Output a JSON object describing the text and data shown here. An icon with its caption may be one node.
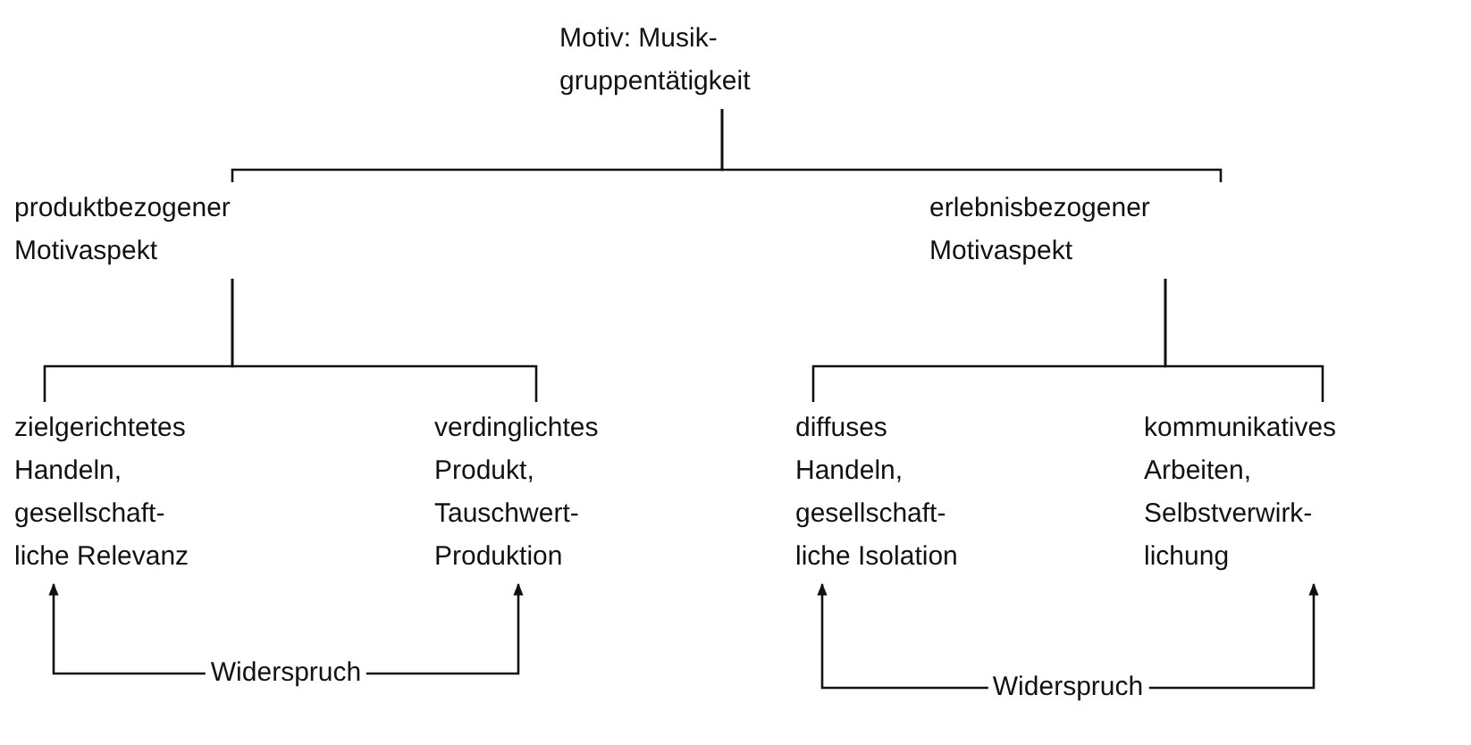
{
  "diagram": {
    "nodes": [
      {
        "text": [
          "Motiv: Musik- gruppentätigkeit"
        ]
      },
      {
        "text": [
          "produktbezogener Motivaspekt"
        ]
      },
      {
        "text": [
          "erlebnisbezogener Motivaspekt"
        ]
      },
      {
        "text": [
          "zielgerichtetes Handeln, gesellschaft- liche Relevanz"
        ]
      },
      {
        "text": [
          "verdinglichtes Produkt, Tauschwert- Produktion"
        ]
      },
      {
        "text": [
          "diffuses Handeln, gesellschaft- liche Isolation"
        ]
      },
      {
        "text": [
          "kommunikatives Arbeiten, Selbstverwirk- lichung"
        ]
      }
    ],
    "edges": [
      {
        "from": 0,
        "to": 1,
        "arrow": "none"
      },
      {
        "from": 0,
        "to": 2,
        "arrow": "none"
      },
      {
        "from": 1,
        "to": 3,
        "arrow": "none"
      },
      {
        "from": 1,
        "to": 4,
        "arrow": "none"
      },
      {
        "from": 2,
        "to": 5,
        "arrow": "none"
      },
      {
        "from": 2,
        "to": 6,
        "arrow": "none"
      },
      {
        "from": 3,
        "to": 4,
        "arrow": "both",
        "label": "Widerspruch"
      },
      {
        "from": 5,
        "to": 6,
        "arrow": "both",
        "label": "Widerspruch"
      }
    ]
  }
}
